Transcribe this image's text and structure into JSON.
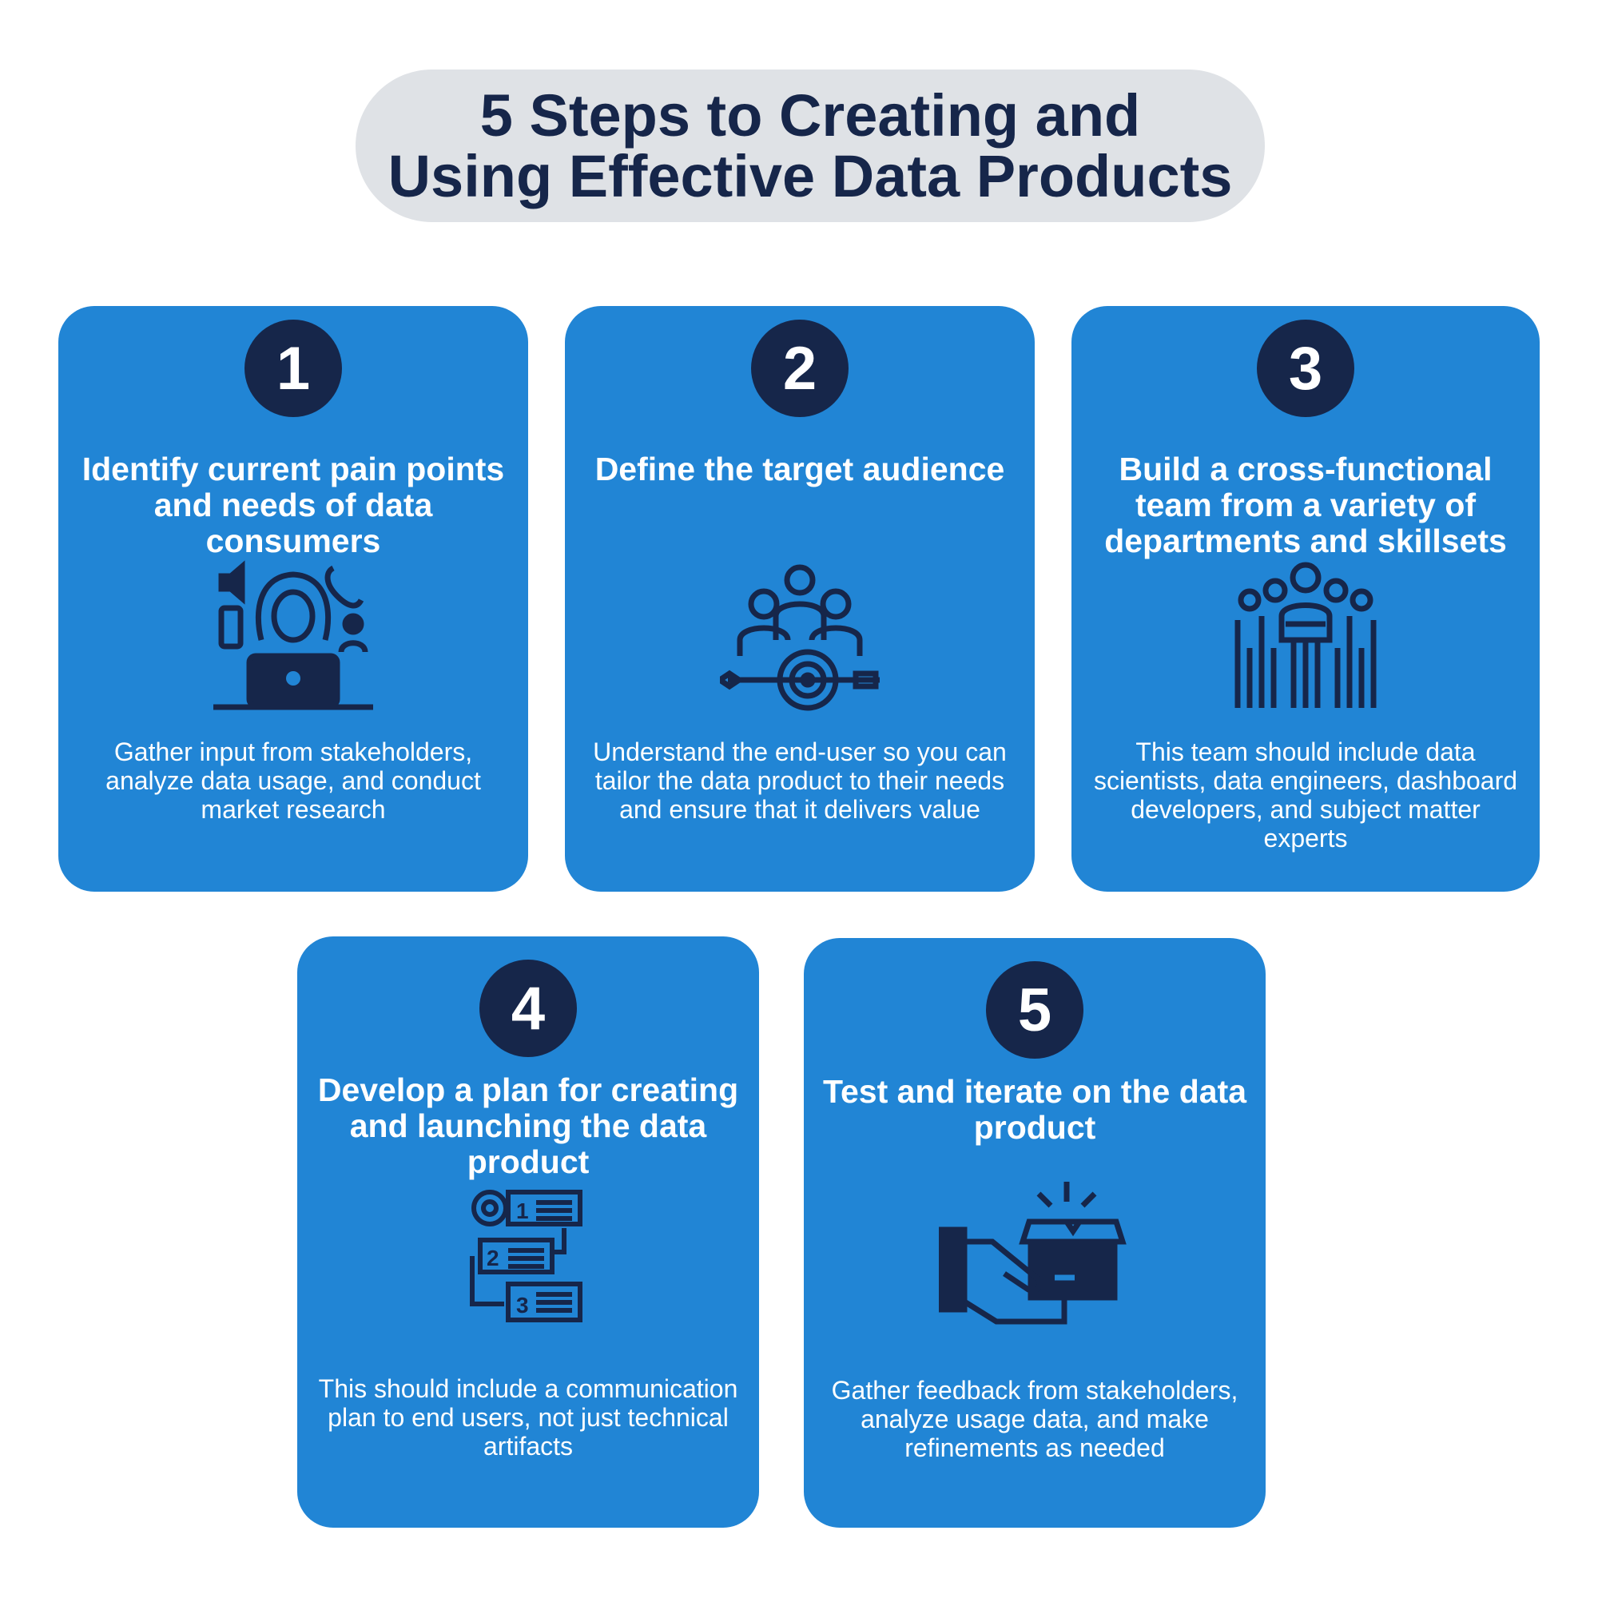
{
  "title": {
    "line1": "5 Steps to Creating and",
    "line2": "Using Effective Data Products"
  },
  "colors": {
    "card": "#2185d5",
    "navy": "#16264a",
    "pill": "#dfe2e6"
  },
  "steps": [
    {
      "number": "1",
      "heading": "Identify current pain points and needs of data consumers",
      "body": "Gather input from stakeholders, analyze data usage, and conduct market research",
      "icon": "stressed-person-laptop-icon"
    },
    {
      "number": "2",
      "heading": "Define the target audience",
      "body": "Understand the end-user so you can tailor the data product to their needs and ensure that it delivers value",
      "icon": "target-audience-icon"
    },
    {
      "number": "3",
      "heading": "Build a cross-functional team from a variety of departments and skillsets",
      "body": "This team should include data scientists, data engineers, dashboard developers, and subject matter experts",
      "icon": "team-group-icon"
    },
    {
      "number": "4",
      "heading": "Develop a plan for creating and launching the data product",
      "body": "This should include a communication plan to end users, not just technical artifacts",
      "icon": "plan-steps-icon"
    },
    {
      "number": "5",
      "heading": "Test and iterate on the data product",
      "body": "Gather feedback from stakeholders, analyze usage data, and make refinements as needed",
      "icon": "hand-product-box-icon"
    }
  ]
}
